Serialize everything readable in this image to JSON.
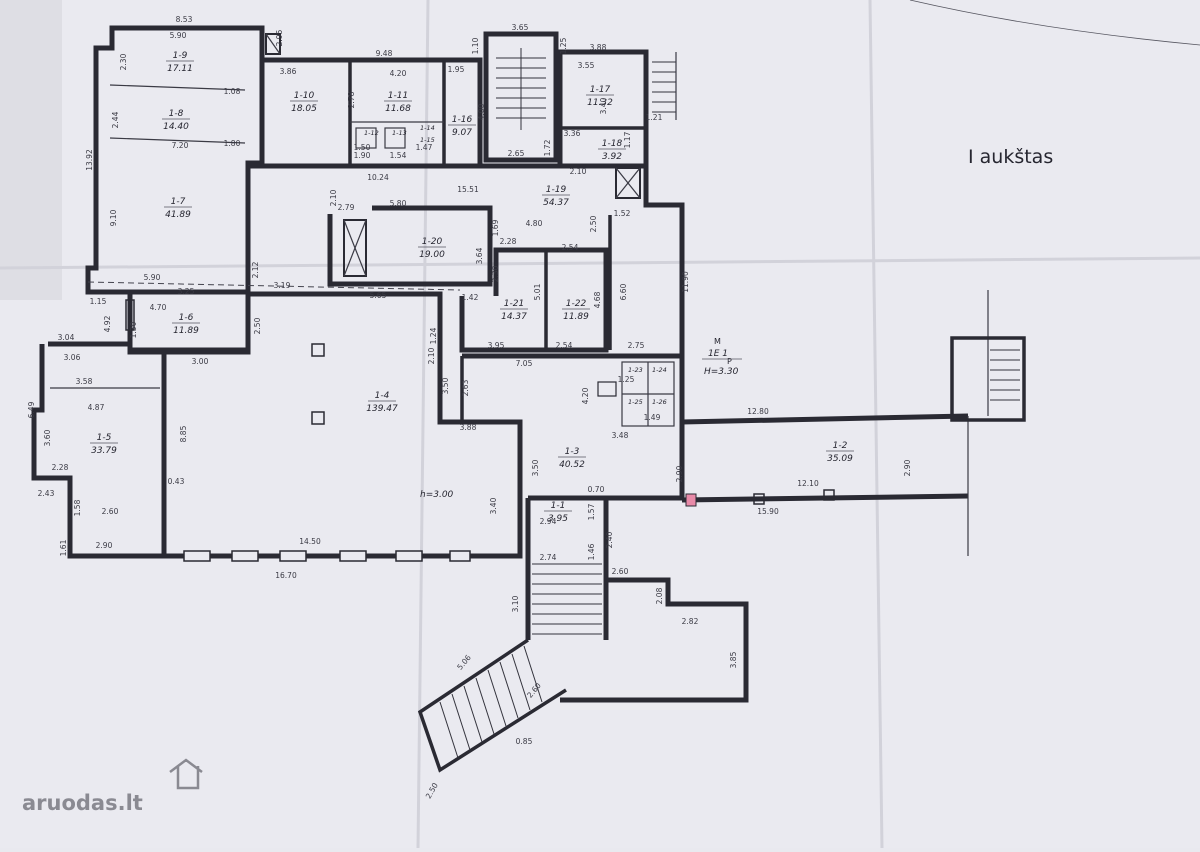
{
  "sheet_title": "I aukštas",
  "watermark": "aruodas.lt",
  "building_marks": {
    "top": "M",
    "mid": "1E 1",
    "sub": "P",
    "height": "H=3.30",
    "ceiling_height": "h=3.00"
  },
  "rooms": [
    {
      "id": "1-9",
      "area": "17.11"
    },
    {
      "id": "1-8",
      "area": "14.40"
    },
    {
      "id": "1-7",
      "area": "41.89"
    },
    {
      "id": "1-10",
      "area": "18.05"
    },
    {
      "id": "1-11",
      "area": "11.68"
    },
    {
      "id": "1-16",
      "area": "9.07"
    },
    {
      "id": "1-17",
      "area": "11.32"
    },
    {
      "id": "1-18",
      "area": "3.92"
    },
    {
      "id": "1-19",
      "area": "54.37"
    },
    {
      "id": "1-20",
      "area": "19.00"
    },
    {
      "id": "1-21",
      "area": "14.37"
    },
    {
      "id": "1-22",
      "area": "11.89"
    },
    {
      "id": "1-6",
      "area": "11.89"
    },
    {
      "id": "1-4",
      "area": "139.47"
    },
    {
      "id": "1-5",
      "area": "33.79"
    },
    {
      "id": "1-3",
      "area": "40.52"
    },
    {
      "id": "1-2",
      "area": "35.09"
    },
    {
      "id": "1-1",
      "area": "3.95"
    }
  ],
  "small_rooms": [
    "1-12",
    "1-13",
    "1-14",
    "1-15",
    "1-23",
    "1-24",
    "1-25",
    "1-26"
  ],
  "dimensions": {
    "d01": "8.53",
    "d02": "5.90",
    "d03": "2.95",
    "d04": "2.30",
    "d05": "9.48",
    "d06": "3.86",
    "d07": "4.20",
    "d08": "1.95",
    "d09": "3.65",
    "d10": "1.10",
    "d11": "1.25",
    "d12": "3.88",
    "d13": "3.55",
    "d14": "1.08",
    "d15": "2.44",
    "d16": "7.20",
    "d17": "1.80",
    "d18": "2.78",
    "d19": "4.00",
    "d20": "3.40",
    "d21": "1.21",
    "d22": "2.65",
    "d23": "1.72",
    "d24": "3.36",
    "d25": "1.17",
    "d26": "13.92",
    "d27": "9.10",
    "d28": "10.24",
    "d29": "15.51",
    "d30": "2.10",
    "d31": "2.10",
    "d32": "1.52",
    "d33": "5.80",
    "d34": "2.79",
    "d35": "4.80",
    "d36": "2.50",
    "d37": "1.69",
    "d38": "2.28",
    "d39": "2.54",
    "d40": "3.64",
    "d41": "2.30",
    "d42": "5.01",
    "d43": "4.68",
    "d44": "6.60",
    "d45": "11.90",
    "d46": "5.90",
    "d47": "3.25",
    "d48": "3.19",
    "d49": "2.12",
    "d50": "5.65",
    "d51": "1.42",
    "d52": "1.15",
    "d53": "4.70",
    "d54": "1.30",
    "d55": "4.92",
    "d56": "2.50",
    "d57": "1.24",
    "d58": "3.04",
    "d59": "3.06",
    "d60": "3.00",
    "d61": "2.10",
    "d62": "3.95",
    "d63": "2.54",
    "d64": "2.75",
    "d65": "7.05",
    "d66": "3.58",
    "d67": "4.87",
    "d68": "6.49",
    "d69": "3.60",
    "d70": "8.85",
    "d71": "3.50",
    "d72": "2.63",
    "d73": "4.20",
    "d74": "3.88",
    "d75": "3.48",
    "d76": "12.80",
    "d77": "2.28",
    "d78": "2.43",
    "d79": "1.58",
    "d80": "2.60",
    "d81": "0.43",
    "d82": "3.50",
    "d83": "3.40",
    "d84": "2.94",
    "d85": "0.70",
    "d86": "1.57",
    "d87": "2.90",
    "d88": "2.90",
    "d89": "12.10",
    "d90": "15.90",
    "d91": "1.61",
    "d92": "2.90",
    "d93": "14.50",
    "d94": "16.70",
    "d95": "2.74",
    "d96": "1.46",
    "d97": "2.40",
    "d98": "2.60",
    "d99": "2.08",
    "d100": "2.82",
    "d101": "3.10",
    "d102": "5.06",
    "d103": "2.60",
    "d104": "3.85",
    "d105": "0.85",
    "d106": "2.50",
    "d107": "1.50",
    "d108": "1.90",
    "d109": "1.54",
    "d110": "1.47",
    "d111": "1.25",
    "d112": "1.49"
  }
}
